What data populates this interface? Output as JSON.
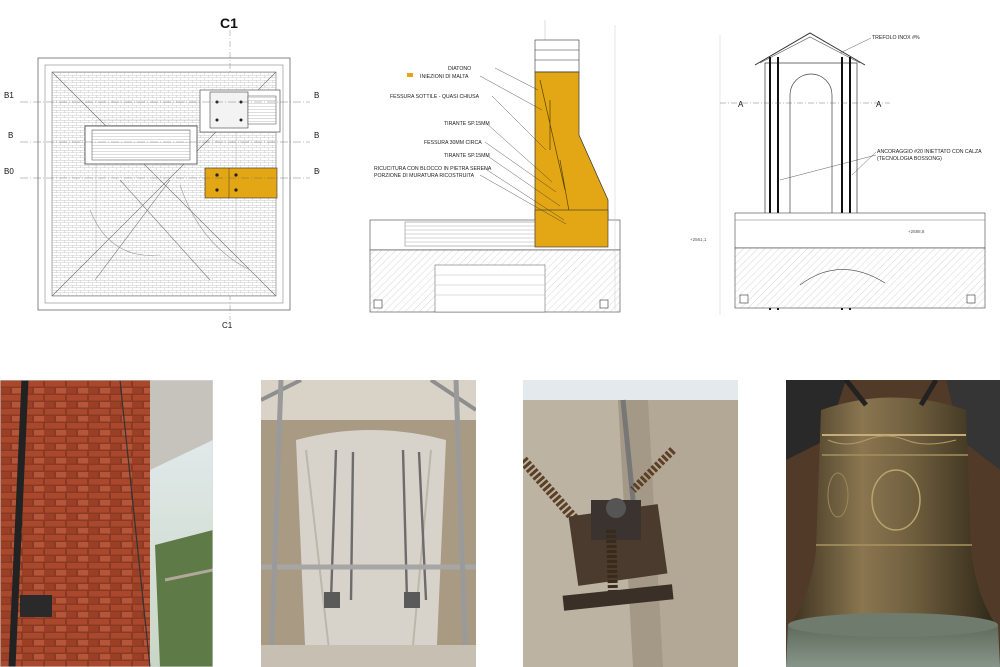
{
  "plan": {
    "title": "C1",
    "bottom_marker": "C1",
    "section_marks": [
      "B1",
      "B",
      "B0"
    ]
  },
  "section": {
    "labels": [
      "DIATONO",
      "INIEZIONI DI MALTA",
      "FESSURA SOTTILE - QUASI CHIUSA",
      "TIRANTE SP.15MM",
      "FESSURA 30MM CIRCA",
      "TIRANTE SP.15MM",
      "RICUCITURA CON BLOCCO IN PIETRA SERENA",
      "PORZIONE DI MURATURA RICOSTRUITA"
    ],
    "legend_color": "#e3a614"
  },
  "elevation": {
    "label_top": "TREFOLO INOX #%",
    "label_anchor_1": "ANCORAGGIO #20 INIETTATO CON CALZA",
    "label_anchor_2": "(TECNOLOGIA BOSSONG)",
    "section_mark": "A",
    "level_left": "+2561,1",
    "level_right": "+2588,8"
  },
  "photos": [
    {
      "name": "brick-wall-photo"
    },
    {
      "name": "concrete-cap-anchors-photo"
    },
    {
      "name": "threaded-bar-anchor-photo"
    },
    {
      "name": "bronze-bell-photo"
    }
  ]
}
